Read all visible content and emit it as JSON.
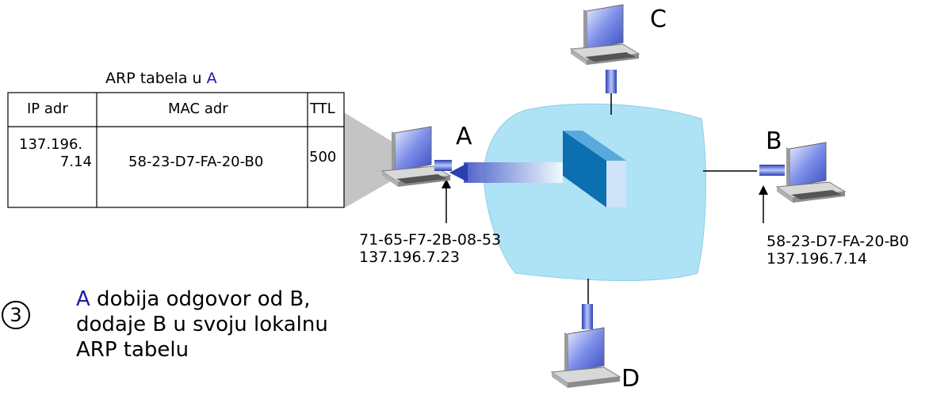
{
  "arp_table": {
    "title_prefix": "ARP tabela u ",
    "title_node": "A",
    "headers": [
      "IP adr",
      "MAC adr",
      "TTL"
    ],
    "row": {
      "ip": [
        "137.196.",
        "7.14"
      ],
      "mac": "58-23-D7-FA-20-B0",
      "ttl": "500"
    }
  },
  "nodes": {
    "a": "A",
    "b": "B",
    "c": "C",
    "d": "D"
  },
  "node_a": {
    "mac": "71-65-F7-2B-08-53",
    "ip": "137.196.7.23"
  },
  "node_b": {
    "mac": "58-23-D7-FA-20-B0",
    "ip": "137.196.7.14"
  },
  "step": {
    "number": "3",
    "node": "A",
    "text": " dobija odgovor od B, dodaje B u svoju lokalnu ARP tabelu"
  },
  "colors": {
    "lan_cloud": "#aee3f5",
    "switch_front": "#0b6fb0",
    "screen": "#5a6ee0",
    "accent": "#1a1aa6"
  }
}
